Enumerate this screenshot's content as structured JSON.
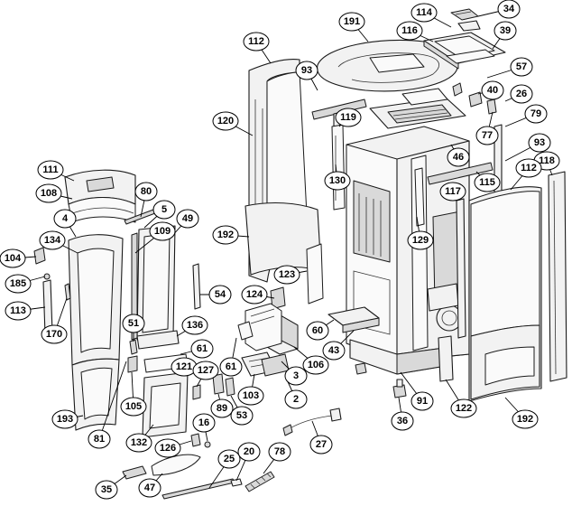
{
  "callouts": [
    {
      "label": "191"
    },
    {
      "label": "114"
    },
    {
      "label": "34"
    },
    {
      "label": "116"
    },
    {
      "label": "39"
    },
    {
      "label": "112"
    },
    {
      "label": "93"
    },
    {
      "label": "57"
    },
    {
      "label": "40"
    },
    {
      "label": "26"
    },
    {
      "label": "119"
    },
    {
      "label": "79"
    },
    {
      "label": "120"
    },
    {
      "label": "77"
    },
    {
      "label": "93"
    },
    {
      "label": "111"
    },
    {
      "label": "46"
    },
    {
      "label": "118"
    },
    {
      "label": "112"
    },
    {
      "label": "130"
    },
    {
      "label": "115"
    },
    {
      "label": "108"
    },
    {
      "label": "80"
    },
    {
      "label": "117"
    },
    {
      "label": "5"
    },
    {
      "label": "4"
    },
    {
      "label": "49"
    },
    {
      "label": "129"
    },
    {
      "label": "109"
    },
    {
      "label": "192"
    },
    {
      "label": "134"
    },
    {
      "label": "104"
    },
    {
      "label": "123"
    },
    {
      "label": "185"
    },
    {
      "label": "54"
    },
    {
      "label": "124"
    },
    {
      "label": "113"
    },
    {
      "label": "170"
    },
    {
      "label": "51"
    },
    {
      "label": "136"
    },
    {
      "label": "60"
    },
    {
      "label": "61"
    },
    {
      "label": "43"
    },
    {
      "label": "121"
    },
    {
      "label": "106"
    },
    {
      "label": "61"
    },
    {
      "label": "127"
    },
    {
      "label": "3"
    },
    {
      "label": "105"
    },
    {
      "label": "103"
    },
    {
      "label": "2"
    },
    {
      "label": "89"
    },
    {
      "label": "53"
    },
    {
      "label": "91"
    },
    {
      "label": "122"
    },
    {
      "label": "193"
    },
    {
      "label": "16"
    },
    {
      "label": "36"
    },
    {
      "label": "192"
    },
    {
      "label": "81"
    },
    {
      "label": "132"
    },
    {
      "label": "126"
    },
    {
      "label": "27"
    },
    {
      "label": "25"
    },
    {
      "label": "20"
    },
    {
      "label": "78"
    },
    {
      "label": "35"
    },
    {
      "label": "47"
    }
  ]
}
